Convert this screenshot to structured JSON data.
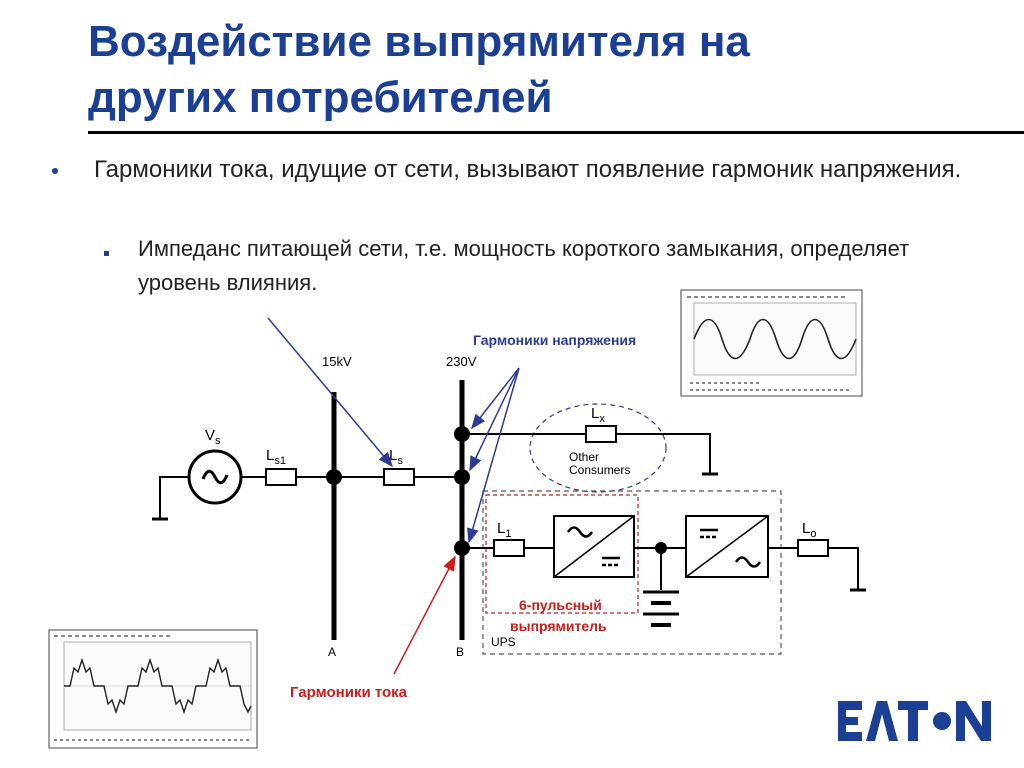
{
  "slide": {
    "title_line1": "Воздействие выпрямителя на",
    "title_line2": "других потребителей",
    "bullet1": "Гармоники тока, идущие от сети, вызывают появление гармоник напряжения.",
    "bullet2": "Импеданс питающей сети, т.е. мощность короткого замыкания, определяет уровень влияния."
  },
  "diagram": {
    "busbar_a_voltage": "15kV",
    "busbar_b_voltage": "230V",
    "busbar_a_label": "A",
    "busbar_b_label": "B",
    "source_label": "V",
    "source_sub": "s",
    "ls1_label": "L",
    "ls1_sub": "s1",
    "ls_label": "L",
    "ls_sub": "s",
    "lx_label": "L",
    "lx_sub": "x",
    "l1_label": "L",
    "l1_sub": "1",
    "lo_label": "L",
    "lo_sub": "o",
    "other_consumers_line1": "Other",
    "other_consumers_line2": "Consumers",
    "ups_label": "UPS",
    "rectifier_line1": "6-пульсный",
    "rectifier_line2": "выпрямитель",
    "voltage_harmonics_label": "Гармоники напряжения",
    "current_harmonics_label": "Гармоники тока"
  },
  "logo": {
    "text": "EATON"
  },
  "colors": {
    "title": "#1a3f95",
    "voltage_harmonics": "#2d3a9a",
    "current_harmonics": "#d01919",
    "rectifier_box": "#d01919"
  }
}
